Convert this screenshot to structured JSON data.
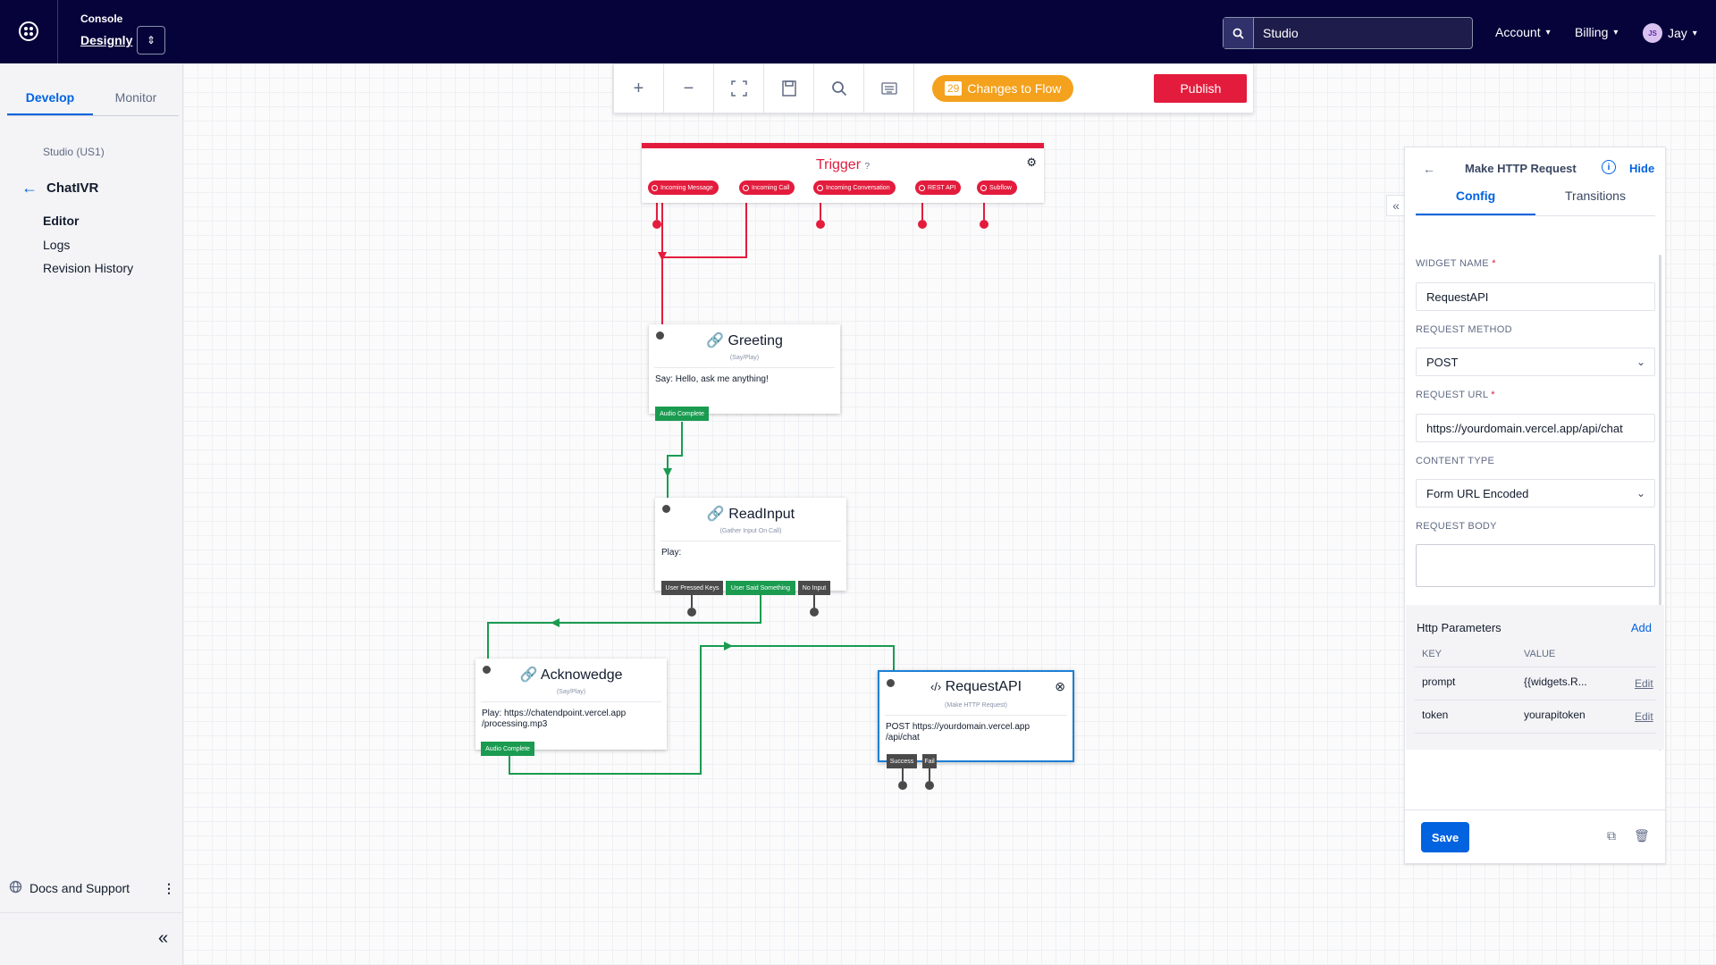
{
  "topbar": {
    "console_label": "Console",
    "account_name": "Designly",
    "search_value": "Studio",
    "menu": {
      "account": "Account",
      "billing": "Billing",
      "user_initials": "JS",
      "user_name": "Jay"
    },
    "bg_color": "#06033a"
  },
  "sidebar": {
    "tabs": [
      "Develop",
      "Monitor"
    ],
    "region": "Studio (US1)",
    "flow_name": "ChatIVR",
    "nav": [
      "Editor",
      "Logs",
      "Revision History"
    ],
    "docs": "Docs and Support"
  },
  "toolbar": {
    "changes_count": "29",
    "changes_label": "Changes to Flow",
    "publish_label": "Publish",
    "tools": [
      "zoom-in-icon",
      "zoom-out-icon",
      "fit-screen-icon",
      "save-icon",
      "search-icon",
      "keyboard-icon"
    ]
  },
  "trigger": {
    "title": "Trigger",
    "pills": [
      "Incoming Message",
      "Incoming Call",
      "Incoming Conversation",
      "REST API",
      "Subflow"
    ]
  },
  "widgets": {
    "greeting": {
      "title": "Greeting",
      "sub": "(Say/Play)",
      "body": "Say: Hello, ask me anything!",
      "tags": [
        "Audio Complete"
      ]
    },
    "readinput": {
      "title": "ReadInput",
      "sub": "(Gather Input On Call)",
      "body": "Play:",
      "tags": [
        "User Pressed Keys",
        "User Said Something",
        "No Input"
      ]
    },
    "acknowledge": {
      "title": "Acknowedge",
      "sub": "(Say/Play)",
      "body1": "Play: https://chatendpoint.vercel.app",
      "body2": "/processing.mp3",
      "tags": [
        "Audio Complete"
      ]
    },
    "requestapi": {
      "title": "RequestAPI",
      "sub": "(Make HTTP Request)",
      "body1": "POST https://yourdomain.vercel.app",
      "body2": "/api/chat",
      "tags": [
        "Success",
        "Fail"
      ]
    }
  },
  "panel": {
    "title": "Make HTTP Request",
    "hide": "Hide",
    "tabs": [
      "Config",
      "Transitions"
    ],
    "widget_name_label": "WIDGET NAME",
    "widget_name": "RequestAPI",
    "method_label": "REQUEST METHOD",
    "method": "POST",
    "url_label": "REQUEST URL",
    "url": "https://yourdomain.vercel.app/api/chat",
    "content_type_label": "CONTENT TYPE",
    "content_type": "Form URL Encoded",
    "body_label": "REQUEST BODY",
    "params_title": "Http Parameters",
    "params_add": "Add",
    "params_headers": [
      "KEY",
      "VALUE"
    ],
    "params": [
      {
        "key": "prompt",
        "value": "{{widgets.R...",
        "edit": "Edit"
      },
      {
        "key": "token",
        "value": "yourapitoken",
        "edit": "Edit"
      }
    ],
    "save": "Save"
  },
  "colors": {
    "accent": "#0263e0",
    "trigger_red": "#e31c3d",
    "wire_green": "#1a9b50",
    "changes_orange": "#f4a11d"
  }
}
